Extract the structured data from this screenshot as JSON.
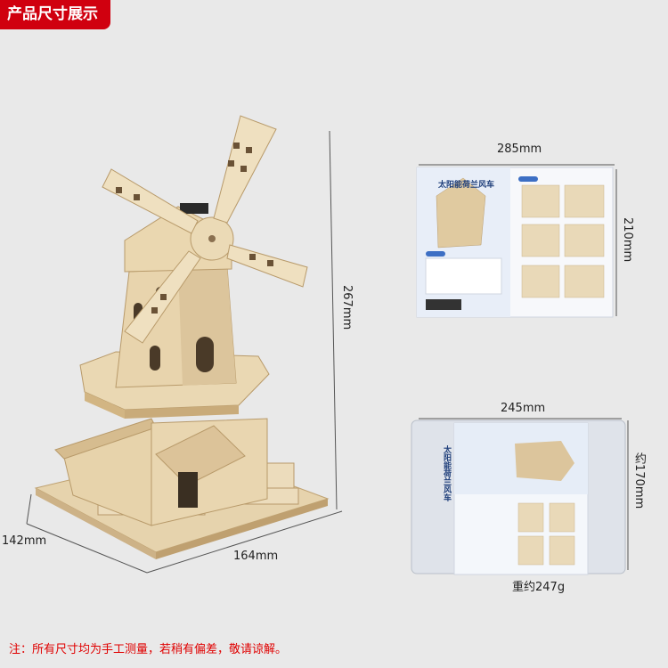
{
  "header": {
    "title": "产品尺寸展示"
  },
  "windmill": {
    "height": "267mm",
    "depth": "142mm",
    "width": "164mm"
  },
  "box": {
    "width": "285mm",
    "height": "210mm",
    "title": "太阳能荷兰风车"
  },
  "bag": {
    "width": "245mm",
    "height": "约170mm",
    "title": "太阳能荷兰风车",
    "weight": "重约247g"
  },
  "footer": {
    "note": "注：所有尺寸均为手工测量，若稍有偏差，敬请谅解。"
  },
  "colors": {
    "accent": "#d0000f",
    "wood": "#e3cfa6",
    "wood_dark": "#c7a978",
    "dim_line": "#555555"
  }
}
